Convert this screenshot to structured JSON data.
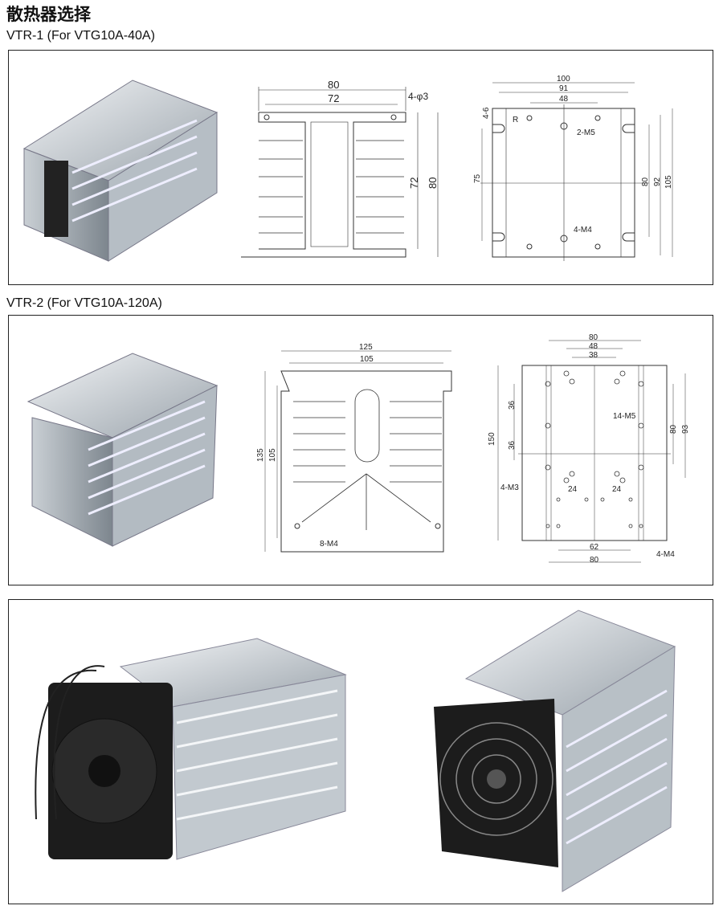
{
  "title": "散热器选择",
  "sections": [
    {
      "label": "VTR-1 (For VTG10A-40A)",
      "front": {
        "w": "80",
        "inner": "72",
        "holes": "4-φ3",
        "h_inner": "72",
        "h": "80"
      },
      "plan": {
        "w": "100",
        "w2": "91",
        "w3": "48",
        "slot": "4-6",
        "r": "R",
        "m5": "2-M5",
        "v75": "75",
        "v80": "80",
        "v92": "92",
        "v105": "105",
        "m4": "4-M4"
      }
    },
    {
      "label": "VTR-2 (For VTG10A-120A)",
      "front": {
        "w": "125",
        "inner": "105",
        "h": "135",
        "h_inner": "105",
        "holes": "8-M4"
      },
      "plan": {
        "w": "80",
        "w2": "48",
        "w3": "38",
        "v36a": "36",
        "v36b": "36",
        "v150": "150",
        "m5": "14-M5",
        "v80": "80",
        "v93": "93",
        "m3": "4-M3",
        "d24a": "24",
        "d24b": "24",
        "b62": "62",
        "b80": "80",
        "m4": "4-M4"
      }
    }
  ]
}
